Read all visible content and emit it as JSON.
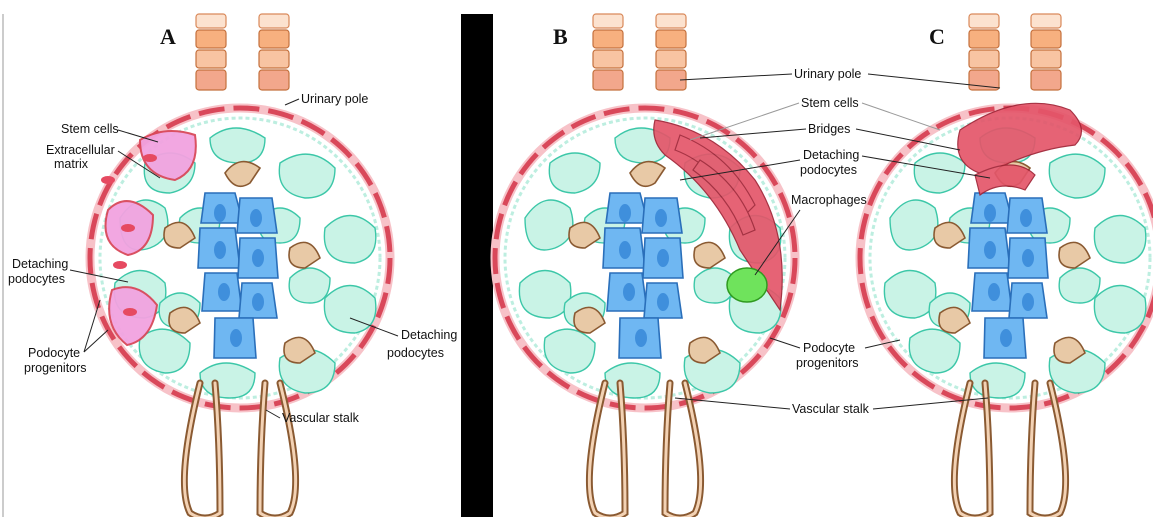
{
  "panels": {
    "a": {
      "letter": "A"
    },
    "b": {
      "letter": "B"
    },
    "c": {
      "letter": "C"
    }
  },
  "labels": {
    "a": {
      "urinary_pole": "Urinary pole",
      "stem_cells": "Stem cells",
      "ecm_line1": "Extracellular",
      "ecm_line2": "matrix",
      "detaching_left_line1": "Detaching",
      "detaching_left_line2": "podocytes",
      "progenitors_line1": "Podocyte",
      "progenitors_line2": "progenitors",
      "detaching_right_line1": "Detaching",
      "detaching_right_line2": "podocytes",
      "vascular_stalk": "Vascular stalk"
    },
    "shared": {
      "urinary_pole": "Urinary pole",
      "stem_cells": "Stem cells",
      "bridges": "Bridges",
      "detaching_line1": "Detaching",
      "detaching_line2": "podocytes",
      "macrophages": "Macrophages",
      "progenitors_line1": "Podocyte",
      "progenitors_line2": "progenitors",
      "vascular_stalk": "Vascular stalk"
    }
  },
  "colors": {
    "capsule_red": "#dd4a5c",
    "capsule_light": "#f7b8bf",
    "podocyte_fill": "#c9f3e6",
    "podocyte_stroke": "#3cc7a8",
    "endothelial_fill": "#6fb7f2",
    "endothelial_stroke": "#2a6fba",
    "mesangial_fill": "#e8c9a6",
    "mesangial_stroke": "#8a5a32",
    "matrix_pink": "#f2a3e0",
    "macrophage_green": "#6fe35c",
    "tubule_orange": "#f5b489",
    "black_divider": "#000000"
  }
}
